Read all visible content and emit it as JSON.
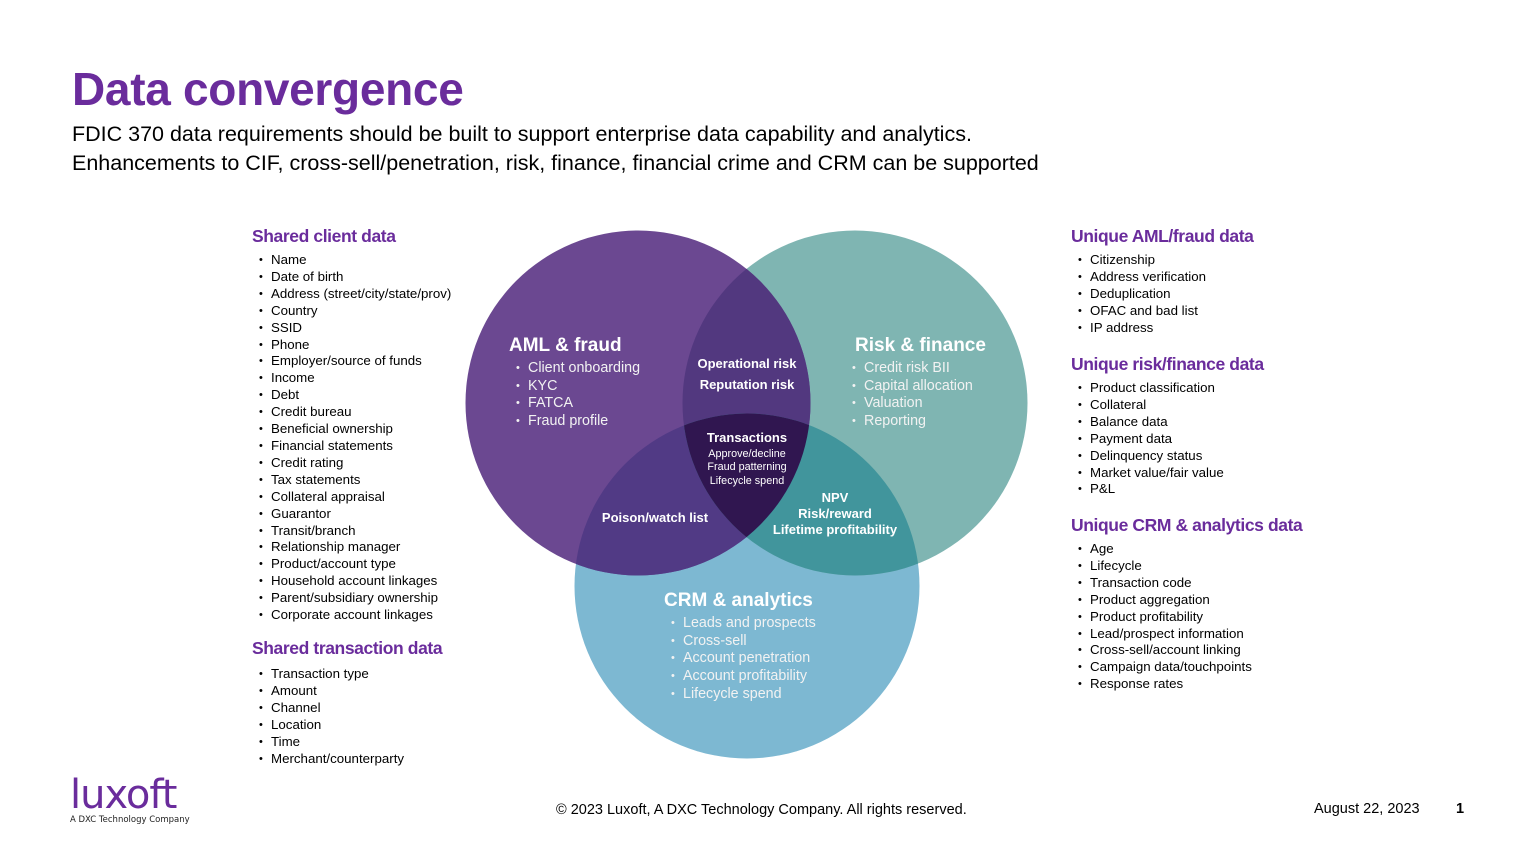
{
  "header": {
    "title": "Data convergence",
    "subtitle_lines": [
      "FDIC 370 data requirements should be built to support enterprise data capability and analytics.",
      "Enhancements to CIF, cross-sell/penetration, risk, finance, financial crime and CRM can be supported"
    ]
  },
  "left_panels": {
    "shared_client": {
      "heading": "Shared client data",
      "items": [
        "Name",
        "Date of birth",
        "Address (street/city/state/prov)",
        "Country",
        "SSID",
        "Phone",
        "Employer/source of funds",
        "Income",
        "Debt",
        "Credit bureau",
        "Beneficial ownership",
        "Financial statements",
        "Credit rating",
        "Tax statements",
        "Collateral appraisal",
        "Guarantor",
        "Transit/branch",
        "Relationship manager",
        "Product/account type",
        "Household account linkages",
        "Parent/subsidiary ownership",
        "Corporate account linkages"
      ]
    },
    "shared_transaction": {
      "heading": "Shared transaction data",
      "items": [
        "Transaction type",
        "Amount",
        "Channel",
        "Location",
        "Time",
        "Merchant/counterparty"
      ]
    }
  },
  "right_panels": {
    "unique_aml": {
      "heading": "Unique AML/fraud data",
      "items": [
        "Citizenship",
        "Address verification",
        "Deduplication",
        "OFAC and bad list",
        "IP address"
      ]
    },
    "unique_risk": {
      "heading": "Unique risk/finance data",
      "items": [
        "Product classification",
        "Collateral",
        "Balance data",
        "Payment data",
        "Delinquency status",
        "Market value/fair value",
        "P&L"
      ]
    },
    "unique_crm": {
      "heading": "Unique CRM & analytics data",
      "items": [
        "Age",
        "Lifecycle",
        "Transaction code",
        "Product aggregation",
        "Product profitability",
        "Lead/prospect information",
        "Cross-sell/account linking",
        "Campaign data/touchpoints",
        "Response rates"
      ]
    }
  },
  "venn": {
    "colors": {
      "aml": "#6b4891",
      "risk": "#7fb5b2",
      "crm": "#7db8d2",
      "aml_risk": "#52387f",
      "aml_crm": "#513a85",
      "risk_crm": "#41959c",
      "center": "#301650"
    },
    "aml": {
      "title": "AML & fraud",
      "items": [
        "Client onboarding",
        "KYC",
        "FATCA",
        "Fraud profile"
      ]
    },
    "risk": {
      "title": "Risk & finance",
      "items": [
        "Credit risk BII",
        "Capital allocation",
        "Valuation",
        "Reporting"
      ]
    },
    "crm": {
      "title": "CRM & analytics",
      "items": [
        "Leads and prospects",
        "Cross-sell",
        "Account penetration",
        "Account profitability",
        "Lifecycle spend"
      ]
    },
    "aml_risk": {
      "lines": [
        "Operational risk",
        "Reputation risk"
      ]
    },
    "aml_crm": {
      "label": "Poison/watch list"
    },
    "risk_crm": {
      "lines": [
        "NPV",
        "Risk/reward",
        "Lifetime profitability"
      ]
    },
    "center": {
      "title": "Transactions",
      "lines": [
        "Approve/decline",
        "Fraud patterning",
        "Lifecycle spend"
      ]
    }
  },
  "footer": {
    "copyright": "© 2023 Luxoft, A DXC Technology Company. All rights reserved.",
    "date": "August 22, 2023",
    "page_number": "1",
    "logo_word": "luxoft",
    "logo_tagline": "A DXC Technology Company"
  }
}
